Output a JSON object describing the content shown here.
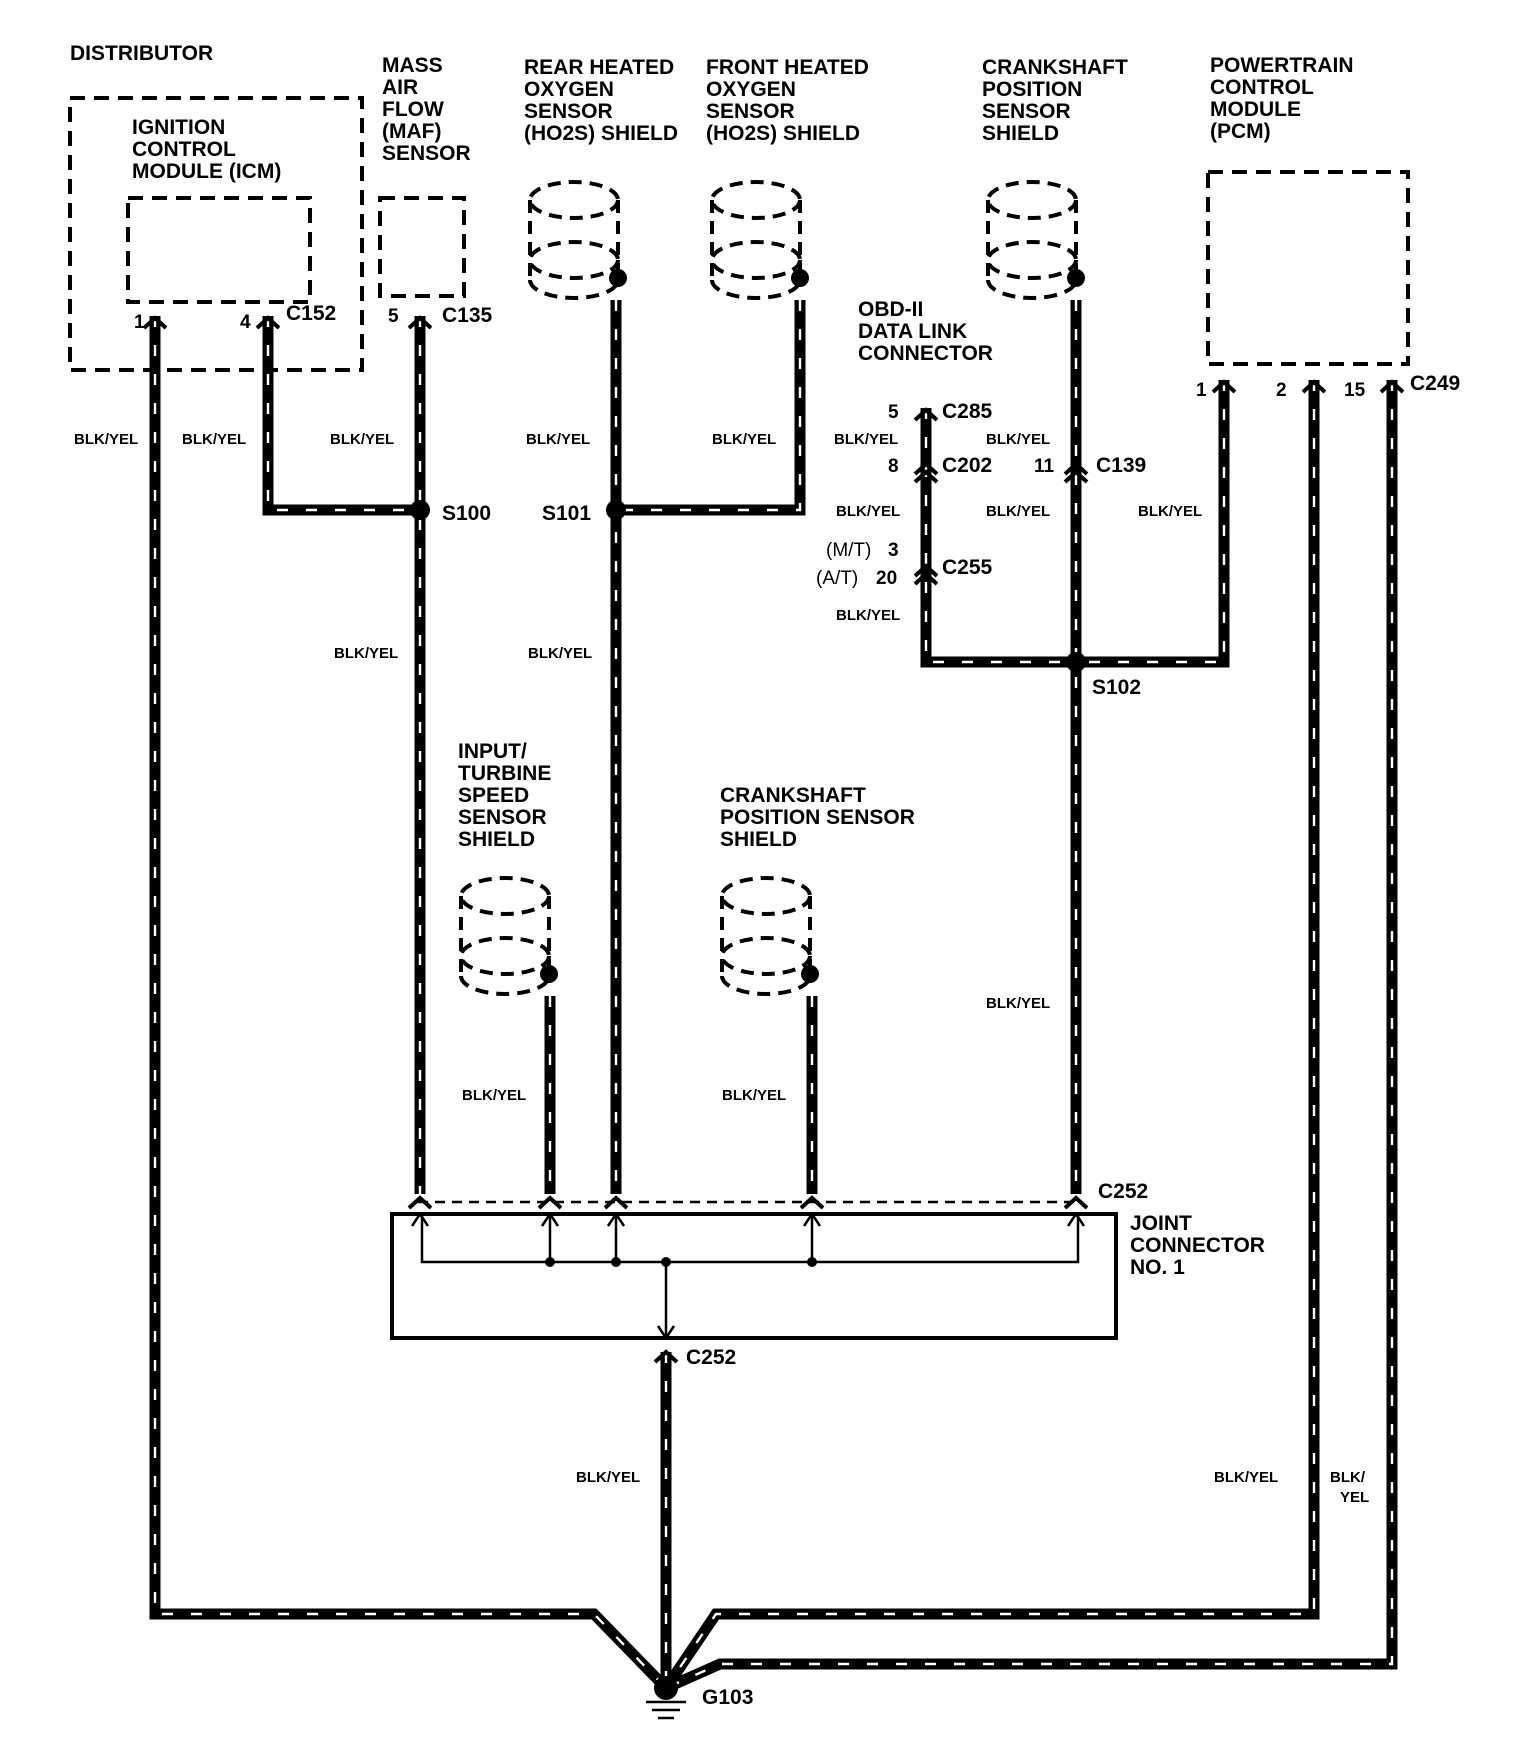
{
  "components": {
    "distributor": "DISTRIBUTOR",
    "icm": [
      "IGNITION",
      "CONTROL",
      "MODULE (ICM)"
    ],
    "maf": [
      "MASS",
      "AIR",
      "FLOW",
      "(MAF)",
      "SENSOR"
    ],
    "rear_ho2s": [
      "REAR HEATED",
      "OXYGEN",
      "SENSOR",
      "(HO2S) SHIELD"
    ],
    "front_ho2s": [
      "FRONT HEATED",
      "OXYGEN",
      "SENSOR",
      "(HO2S) SHIELD"
    ],
    "ckp_top": [
      "CRANKSHAFT",
      "POSITION",
      "SENSOR",
      "SHIELD"
    ],
    "pcm": [
      "POWERTRAIN",
      "CONTROL",
      "MODULE",
      "(PCM)"
    ],
    "obd": [
      "OBD-II",
      "DATA LINK",
      "CONNECTOR"
    ],
    "input_turbine": [
      "INPUT/",
      "TURBINE",
      "SPEED",
      "SENSOR",
      "SHIELD"
    ],
    "ckp_mid": [
      "CRANKSHAFT",
      "POSITION SENSOR",
      "SHIELD"
    ],
    "joint": [
      "JOINT",
      "CONNECTOR",
      "NO. 1"
    ]
  },
  "connectors": {
    "c152": "C152",
    "c135": "C135",
    "c285": "C285",
    "c202": "C202",
    "c255": "C255",
    "c139": "C139",
    "c249": "C249",
    "c252_top": "C252",
    "c252_bottom": "C252"
  },
  "splices": {
    "s100": "S100",
    "s101": "S101",
    "s102": "S102"
  },
  "ground": "G103",
  "pins": {
    "icm_1": "1",
    "icm_4": "4",
    "maf_5": "5",
    "dlc_5": "5",
    "c202_8": "8",
    "c139_11": "11",
    "c255_mt": "3",
    "c255_at": "20",
    "pcm_1": "1",
    "pcm_2": "2",
    "pcm_15": "15",
    "mt": "(M/T)",
    "at": "(A/T)"
  },
  "wire_color": "BLK/YEL",
  "wire_color_split": [
    "BLK/",
    "YEL"
  ]
}
